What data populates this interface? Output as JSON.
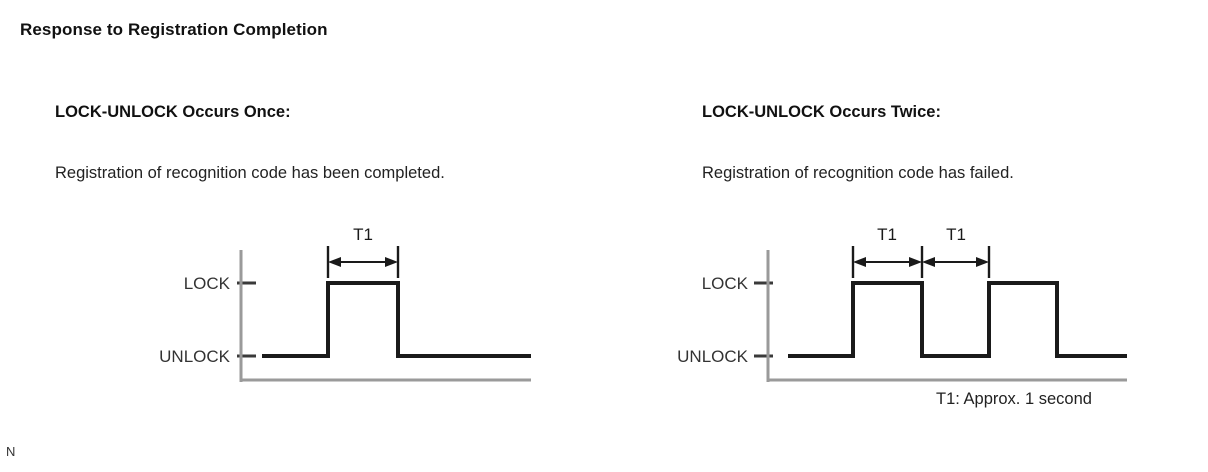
{
  "page": {
    "title": "Response to Registration Completion",
    "corner_mark": "N",
    "footnote": "T1: Approx. 1 second"
  },
  "panels": [
    {
      "id": "once",
      "heading": "LOCK-UNLOCK Occurs Once:",
      "description": "Registration of recognition code has been completed.",
      "y_labels": {
        "high": "LOCK",
        "low": "UNLOCK"
      },
      "interval_labels": [
        "T1"
      ]
    },
    {
      "id": "twice",
      "heading": "LOCK-UNLOCK Occurs Twice:",
      "description": "Registration of recognition code has failed.",
      "y_labels": {
        "high": "LOCK",
        "low": "UNLOCK"
      },
      "interval_labels": [
        "T1",
        "T1"
      ]
    }
  ],
  "chart_data": [
    {
      "type": "line",
      "title": "LOCK-UNLOCK Occurs Once",
      "xlabel": "",
      "ylabel": "",
      "x": [
        0,
        1,
        1,
        2,
        2,
        3
      ],
      "values": [
        0,
        0,
        1,
        1,
        0,
        0
      ],
      "categories": [
        "UNLOCK",
        "LOCK"
      ],
      "ylim": [
        0,
        1
      ],
      "grid": false,
      "legend": "none",
      "annotations": [
        {
          "label": "T1",
          "from_x": 1,
          "to_x": 2,
          "note": "Approx. 1 second"
        }
      ],
      "tick_labels": {
        "y": [
          "UNLOCK",
          "LOCK"
        ]
      }
    },
    {
      "type": "line",
      "title": "LOCK-UNLOCK Occurs Twice",
      "xlabel": "",
      "ylabel": "",
      "x": [
        0,
        1,
        1,
        2,
        2,
        3,
        3,
        4,
        4,
        5
      ],
      "values": [
        0,
        0,
        1,
        1,
        0,
        0,
        1,
        1,
        0,
        0
      ],
      "categories": [
        "UNLOCK",
        "LOCK"
      ],
      "ylim": [
        0,
        1
      ],
      "grid": false,
      "legend": "none",
      "annotations": [
        {
          "label": "T1",
          "from_x": 1,
          "to_x": 2,
          "note": "Approx. 1 second"
        },
        {
          "label": "T1",
          "from_x": 2,
          "to_x": 3,
          "note": "Approx. 1 second"
        }
      ],
      "tick_labels": {
        "y": [
          "UNLOCK",
          "LOCK"
        ]
      }
    }
  ]
}
